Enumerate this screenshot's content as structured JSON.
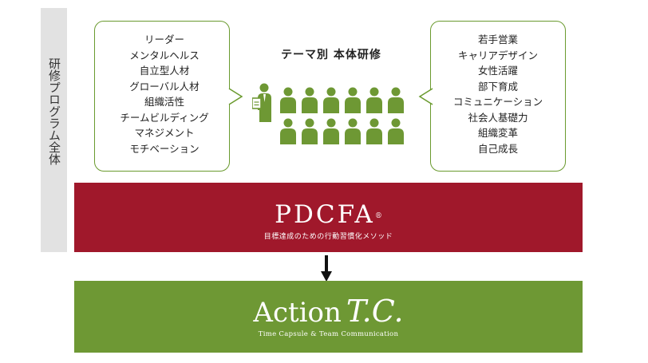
{
  "side_label": "研修プログラム全体",
  "left_bubble": {
    "items": [
      "リーダー",
      "メンタルヘルス",
      "自立型人材",
      "グローバル人材",
      "組織活性",
      "チームビルディング",
      "マネジメント",
      "モチベーション"
    ]
  },
  "theme": {
    "title": "テーマ別 本体研修"
  },
  "right_bubble": {
    "items": [
      "若手営業",
      "キャリアデザイン",
      "女性活躍",
      "部下育成",
      "コミュニケーション",
      "社会人基礎力",
      "組織変革",
      "自己成長"
    ]
  },
  "pdcfa": {
    "title": "PDCFA",
    "registered": "®",
    "subtitle": "目標達成のための行動習慣化メソッド"
  },
  "action_tc": {
    "title": "Action",
    "title_tc": "T.C.",
    "subtitle": "Time Capsule & Team Communication"
  },
  "colors": {
    "green": "#6e9834",
    "red": "#a0182b",
    "outline_green": "#6a9a2e",
    "side_gray": "#e2e2e2"
  },
  "icons": [
    "instructor-icon",
    "participant-icon",
    "down-arrow-icon"
  ]
}
